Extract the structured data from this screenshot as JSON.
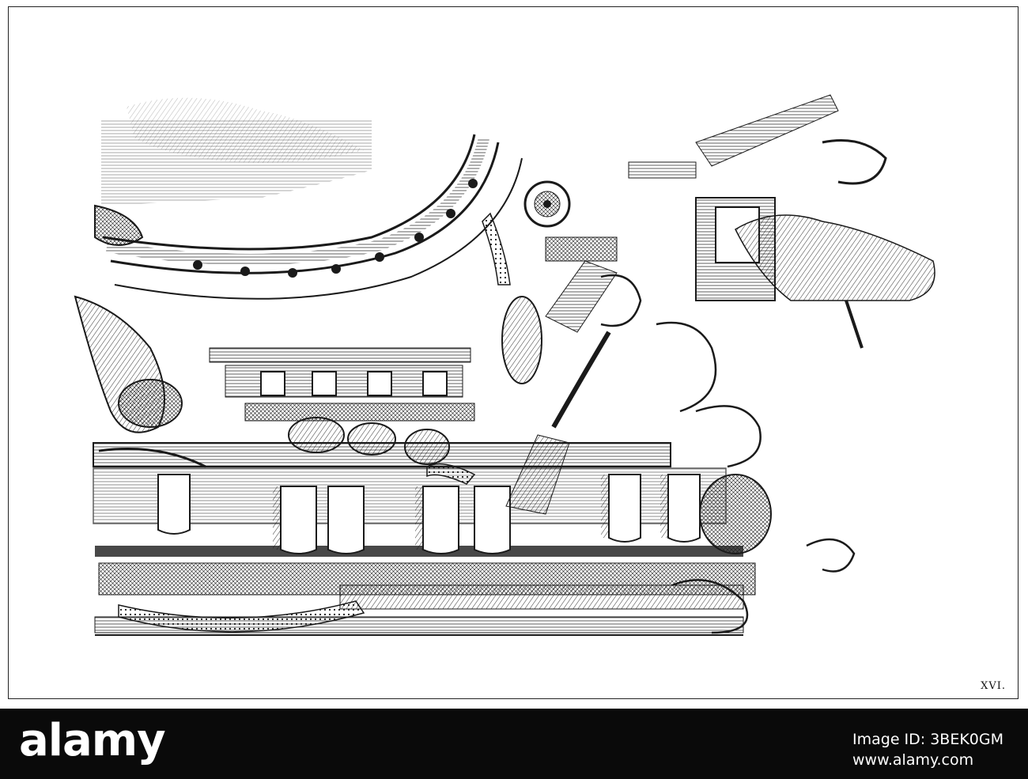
{
  "plate": {
    "number": "XVI.",
    "subject": "baroque-ceiling-cornice-engraving"
  },
  "colors": {
    "ink": "#1a1a1a",
    "paper": "#ffffff",
    "footer": "#0a0a0a"
  },
  "watermark": {
    "brand": "alamy",
    "image_id": "Image ID: 3BEK0GM",
    "url": "www.alamy.com"
  }
}
